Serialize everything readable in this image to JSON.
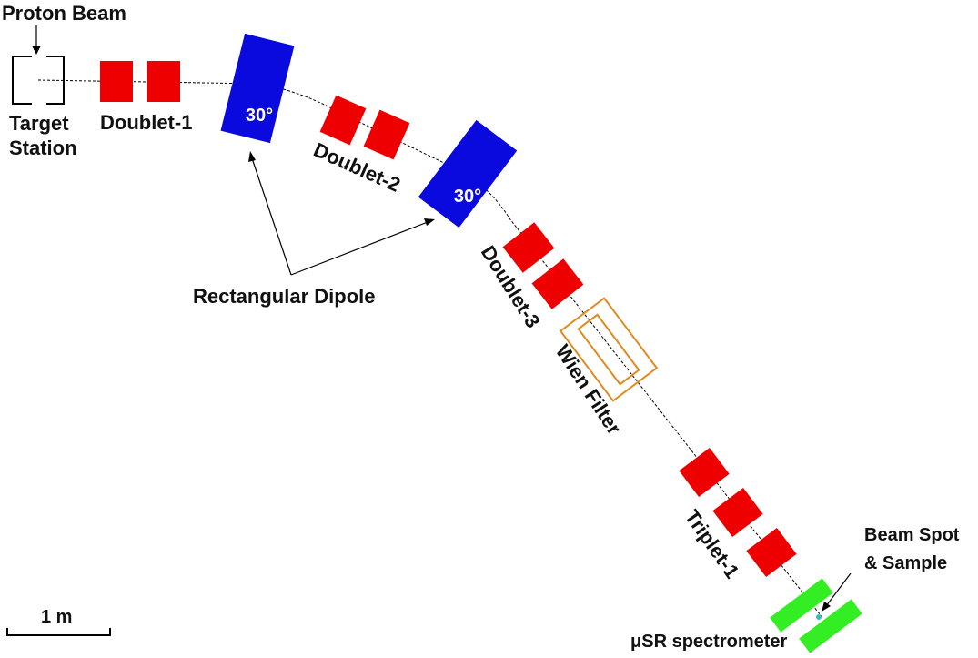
{
  "labels": {
    "proton_beam": "Proton Beam",
    "target_station_line1": "Target",
    "target_station_line2": "Station",
    "doublet1": "Doublet-1",
    "doublet2": "Doublet-2",
    "doublet3": "Doublet-3",
    "wien_filter": "Wien Filter",
    "triplet1": "Triplet-1",
    "rectangular_dipole": "Rectangular Dipole",
    "dipole1_angle": "30°",
    "dipole2_angle": "30°",
    "beam_spot_line1": "Beam Spot",
    "beam_spot_line2": "& Sample",
    "spectrometer": "μSR spectrometer",
    "scale_bar": "1 m"
  },
  "colors": {
    "quadrupole": "#ee0000",
    "dipole": "#0a0adf",
    "dipole_text": "#ffffff",
    "wien_filter": "#e08a1e",
    "spectrometer": "#33ee22",
    "sample": "#33bbcc",
    "beamline": "#000000"
  }
}
